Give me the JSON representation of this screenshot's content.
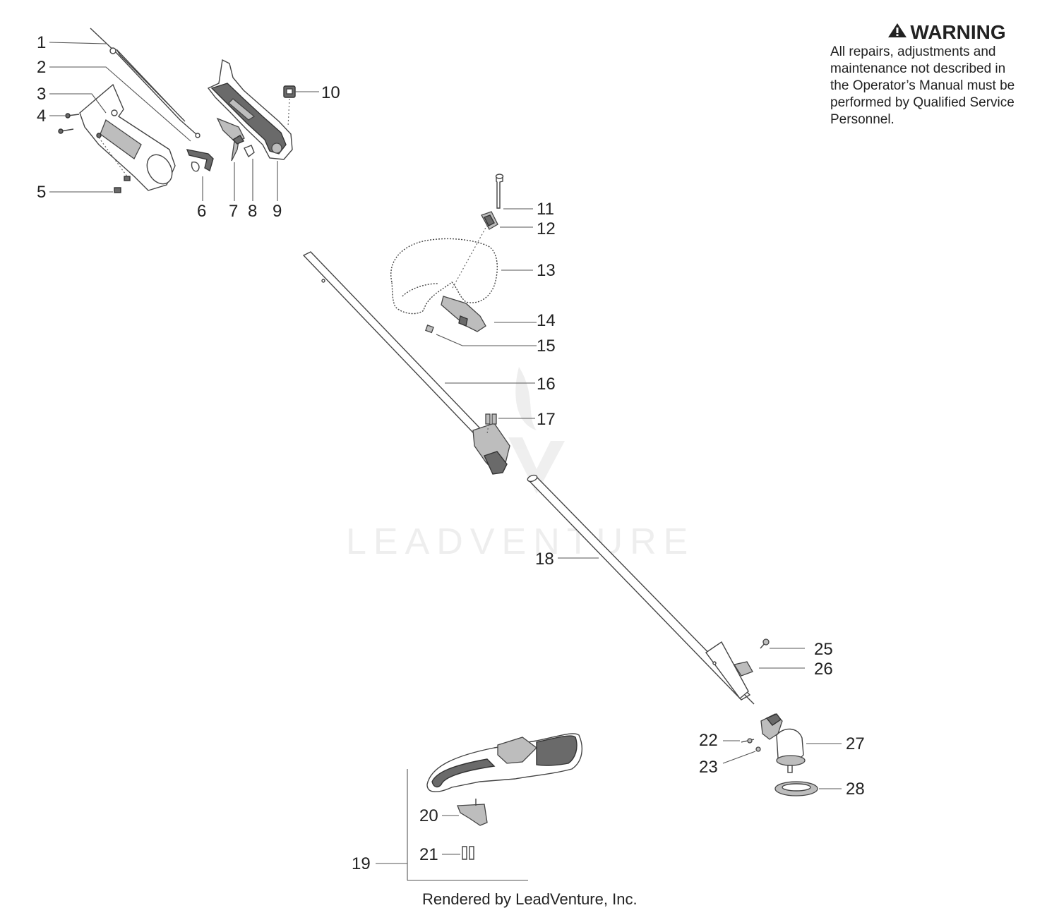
{
  "warning": {
    "title": "WARNING",
    "text": "All repairs, adjustments and\nmaintenance not described in\nthe Operator’s Manual must be\nperformed by Qualified Service\nPersonnel."
  },
  "watermark": "LEADVENTURE",
  "footer": "Rendered by LeadVenture, Inc.",
  "callouts": {
    "c1": "1",
    "c2": "2",
    "c3": "3",
    "c4": "4",
    "c5": "5",
    "c6": "6",
    "c7": "7",
    "c8": "8",
    "c9": "9",
    "c10": "10",
    "c11": "11",
    "c12": "12",
    "c13": "13",
    "c14": "14",
    "c15": "15",
    "c16": "16",
    "c17": "17",
    "c18": "18",
    "c19": "19",
    "c20": "20",
    "c21": "21",
    "c22": "22",
    "c23": "23",
    "c25": "25",
    "c26": "26",
    "c27": "27",
    "c28": "28"
  }
}
